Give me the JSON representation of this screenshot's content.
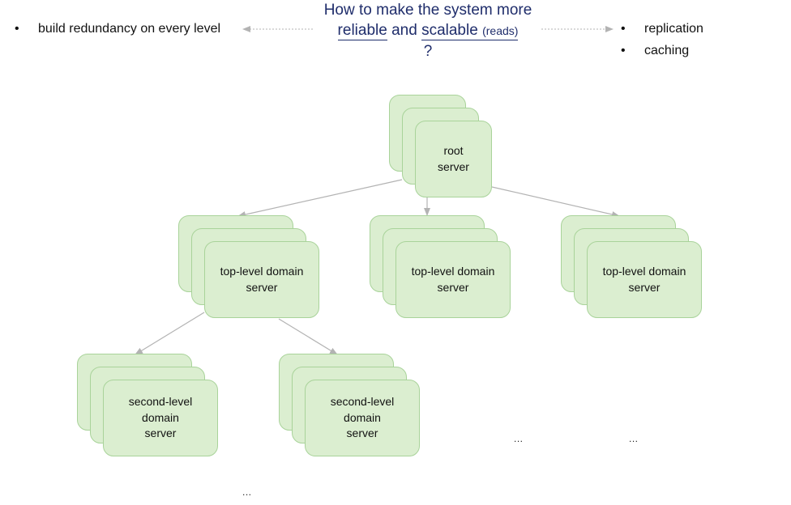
{
  "question": {
    "line1": "How to make the system more",
    "reliable": "reliable",
    "and": "and",
    "scalable": "scalable",
    "reads": "(reads)",
    "qmark": "?"
  },
  "left_bullets": [
    "build redundancy on every level"
  ],
  "right_bullets": [
    "replication",
    "caching"
  ],
  "nodes": {
    "root": "root\nserver",
    "tld_1": "top-level domain\nserver",
    "tld_2": "top-level domain\nserver",
    "tld_3": "top-level domain\nserver",
    "sld_1": "second-level\ndomain\nserver",
    "sld_2": "second-level\ndomain\nserver"
  },
  "ellipses": {
    "under_tld_2": "...",
    "under_tld_3": "...",
    "bottom": "..."
  },
  "colors": {
    "node_fill": "#dbeed0",
    "node_border": "#a9d39a",
    "heading_text": "#1f2d6b",
    "connector": "#b3b3b3"
  }
}
